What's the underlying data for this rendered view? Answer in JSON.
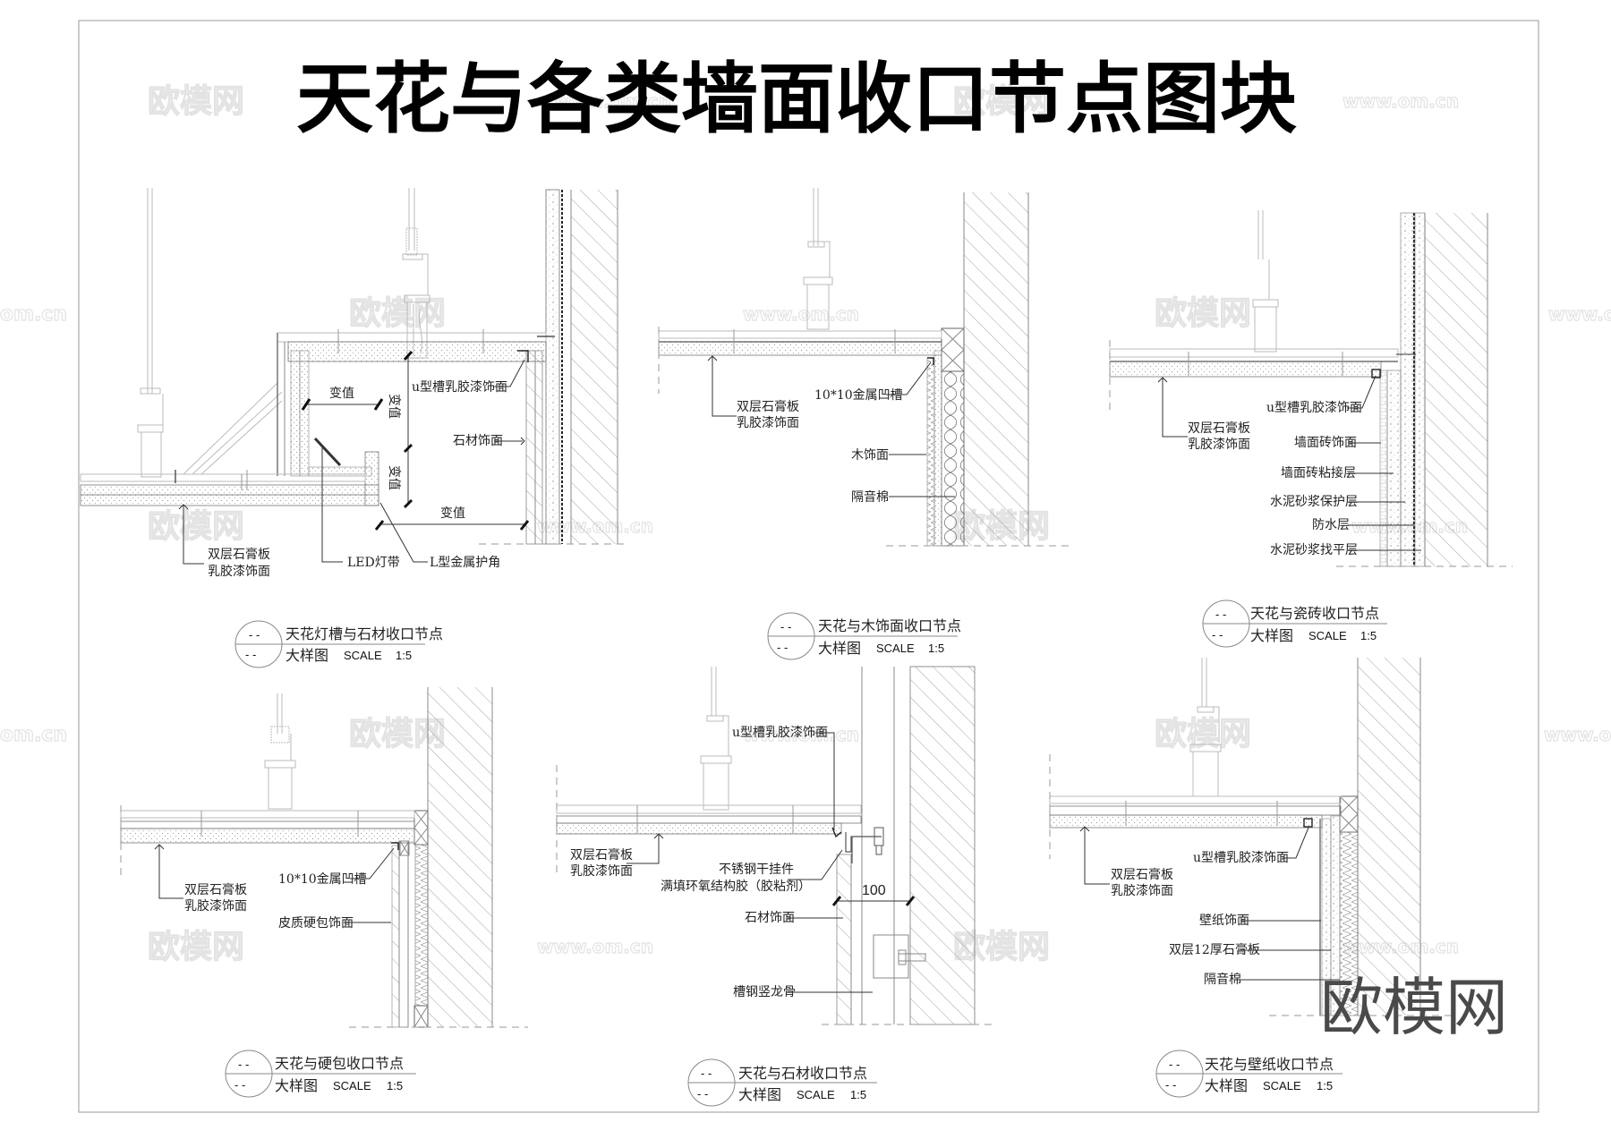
{
  "sheet": {
    "title": "天花与各类墙面收口节点图块",
    "watermarks": {
      "brand": "欧模网",
      "url": "www.om.cn",
      "url_short": "om.cn"
    }
  },
  "details": [
    {
      "id": "detail-1",
      "caption_title": "天花灯槽与石材收口节点",
      "caption_sub": "大样图",
      "scale_label": "SCALE",
      "scale_value": "1:5",
      "circle_top": "- -",
      "circle_bottom": "- -",
      "labels": {
        "ceiling": [
          "双层石膏板",
          "乳胶漆饰面"
        ],
        "u_groove": "u型槽乳胶漆饰面",
        "stone": "石材饰面",
        "led": "LED灯带",
        "corner": "L型金属护角",
        "dim_variable_1": "变值",
        "dim_variable_2": "变值",
        "dim_variable_3": "变值",
        "dim_variable_4": "变值"
      }
    },
    {
      "id": "detail-2",
      "caption_title": "天花与木饰面收口节点",
      "caption_sub": "大样图",
      "scale_label": "SCALE",
      "scale_value": "1:5",
      "circle_top": "- -",
      "circle_bottom": "- -",
      "labels": {
        "ceiling": [
          "双层石膏板",
          "乳胶漆饰面"
        ],
        "groove": "10*10金属凹槽",
        "wood": "木饰面",
        "insulation": "隔音棉"
      }
    },
    {
      "id": "detail-3",
      "caption_title": "天花与瓷砖收口节点",
      "caption_sub": "大样图",
      "scale_label": "SCALE",
      "scale_value": "1:5",
      "circle_top": "- -",
      "circle_bottom": "- -",
      "labels": {
        "ceiling": [
          "双层石膏板",
          "乳胶漆饰面"
        ],
        "u_groove": "u型槽乳胶漆饰面",
        "tile": "墙面砖饰面",
        "tile_adhesive": "墙面砖粘接层",
        "mortar_protect": "水泥砂浆保护层",
        "waterproof": "防水层",
        "mortar_level": "水泥砂浆找平层"
      }
    },
    {
      "id": "detail-4",
      "caption_title": "天花与硬包收口节点",
      "caption_sub": "大样图",
      "scale_label": "SCALE",
      "scale_value": "1:5",
      "circle_top": "- -",
      "circle_bottom": "- -",
      "labels": {
        "ceiling": [
          "双层石膏板",
          "乳胶漆饰面"
        ],
        "groove": "10*10金属凹槽",
        "leather": "皮质硬包饰面"
      }
    },
    {
      "id": "detail-5",
      "caption_title": "天花与石材收口节点",
      "caption_sub": "大样图",
      "scale_label": "SCALE",
      "scale_value": "1:5",
      "circle_top": "- -",
      "circle_bottom": "- -",
      "labels": {
        "u_groove": "u型槽乳胶漆饰面",
        "ceiling": [
          "双层石膏板",
          "乳胶漆饰面"
        ],
        "hanger": [
          "不锈钢干挂件",
          "满填环氧结构胶（胶粘剂）"
        ],
        "dim_100": "100",
        "stone": "石材饰面",
        "channel": "槽钢竖龙骨"
      }
    },
    {
      "id": "detail-6",
      "caption_title": "天花与壁纸收口节点",
      "caption_sub": "大样图",
      "scale_label": "SCALE",
      "scale_value": "1:5",
      "circle_top": "- -",
      "circle_bottom": "- -",
      "labels": {
        "ceiling": [
          "双层石膏板",
          "乳胶漆饰面"
        ],
        "u_groove": "u型槽乳胶漆饰面",
        "wallpaper": "壁纸饰面",
        "gypsum12": "双层12厚石膏板",
        "insulation": "隔音棉"
      }
    }
  ]
}
